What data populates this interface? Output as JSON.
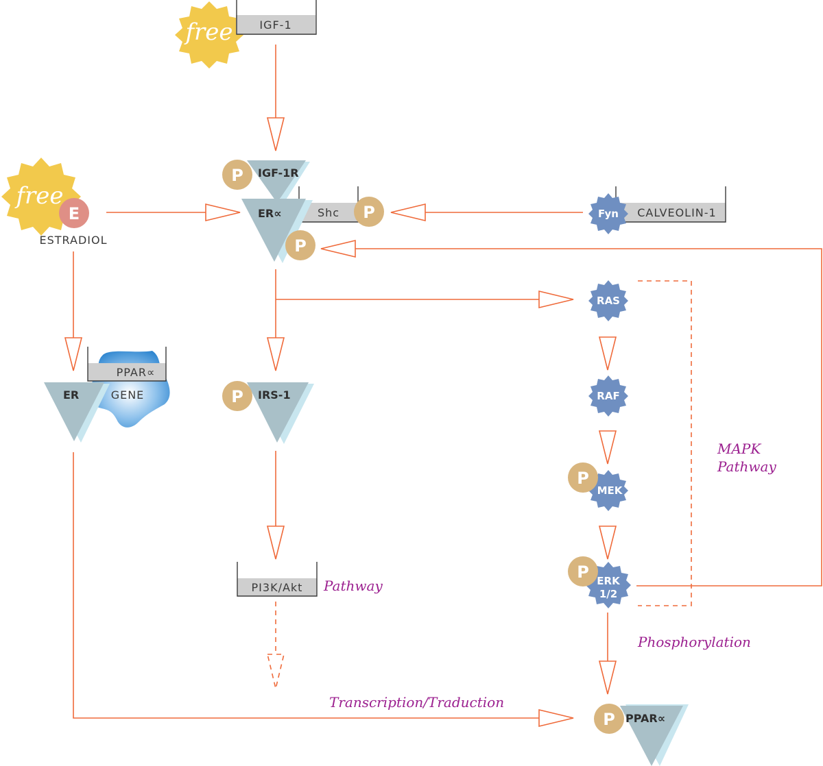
{
  "colors": {
    "arrow": "#ef6a3a",
    "star_free": "#f2c94c",
    "star_blue": "#6f8fc1",
    "phospho": "#d8b57e",
    "receptor": "#a9c0c8",
    "receptor_shadow": "#c8e6ef",
    "box_fill": "#cfcfcf",
    "estradiol": "#df8f86",
    "gene_blue": "#3f93d8",
    "italic_purple": "#9b1f8f"
  },
  "nodes": {
    "igf1": {
      "label": "IGF-1",
      "free_label": "free"
    },
    "estradiol": {
      "free_label": "free",
      "e_label": "E",
      "caption": "ESTRADIOL"
    },
    "igf1r": {
      "label": "IGF-1R",
      "p_label": "P"
    },
    "era": {
      "label": "ER∝",
      "p_label": "P"
    },
    "shc": {
      "label": "Shc",
      "p_label": "P"
    },
    "caveolin": {
      "label": "CALVEOLIN-1",
      "fyn_label": "Fyn"
    },
    "ras": {
      "label": "RAS"
    },
    "raf": {
      "label": "RAF"
    },
    "mek": {
      "label": "MEK",
      "p_label": "P"
    },
    "erk": {
      "label_line1": "ERK",
      "label_line2": "1/2",
      "p_label": "P"
    },
    "er": {
      "label": "ER"
    },
    "ppar_gene": {
      "label": "PPAR∝",
      "gene_label": "GENE"
    },
    "irs1": {
      "label": "IRS-1",
      "p_label": "P"
    },
    "pi3k": {
      "label": "PI3K/Akt",
      "pathway_label": "Pathway"
    },
    "ppar_final": {
      "label": "PPAR∝",
      "p_label": "P"
    }
  },
  "annotations": {
    "mapk_line1": "MAPK",
    "mapk_line2": "Pathway",
    "phosphorylation": "Phosphorylation",
    "transcription": "Transcription/Traduction"
  }
}
